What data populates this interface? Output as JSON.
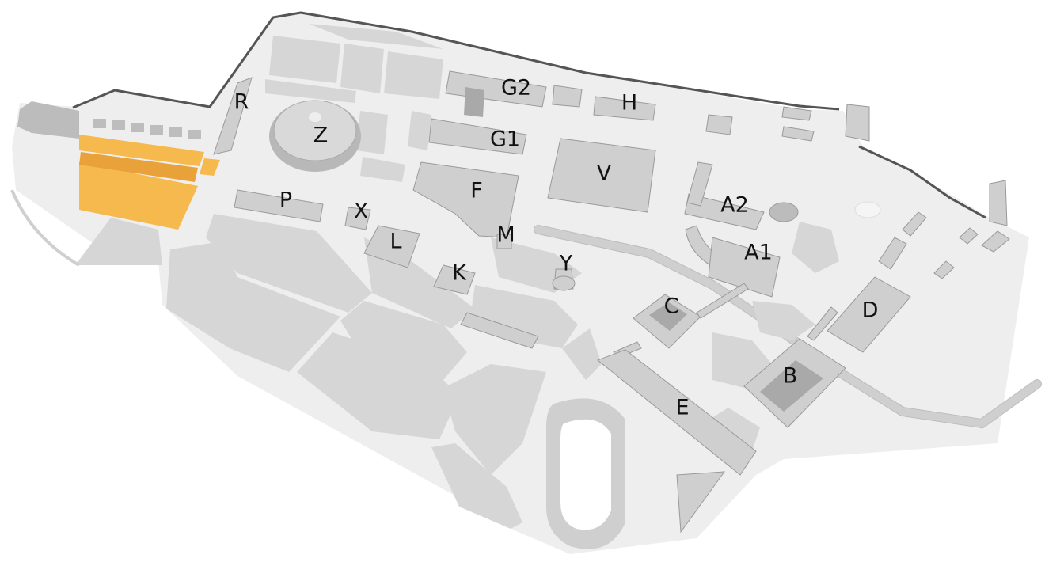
{
  "map": {
    "highlight_color": "#f6b94e",
    "block_color": "#d6d6d6",
    "boundary_color": "#555555",
    "building_labels": [
      {
        "id": "R",
        "text": "R"
      },
      {
        "id": "Z",
        "text": "Z"
      },
      {
        "id": "G2",
        "text": "G2"
      },
      {
        "id": "G1",
        "text": "G1"
      },
      {
        "id": "H",
        "text": "H"
      },
      {
        "id": "V",
        "text": "V"
      },
      {
        "id": "F",
        "text": "F"
      },
      {
        "id": "P",
        "text": "P"
      },
      {
        "id": "X",
        "text": "X"
      },
      {
        "id": "L",
        "text": "L"
      },
      {
        "id": "M",
        "text": "M"
      },
      {
        "id": "K",
        "text": "K"
      },
      {
        "id": "Y",
        "text": "Y"
      },
      {
        "id": "A2",
        "text": "A2"
      },
      {
        "id": "A1",
        "text": "A1"
      },
      {
        "id": "C",
        "text": "C"
      },
      {
        "id": "D",
        "text": "D"
      },
      {
        "id": "B",
        "text": "B"
      },
      {
        "id": "E",
        "text": "E"
      }
    ]
  }
}
